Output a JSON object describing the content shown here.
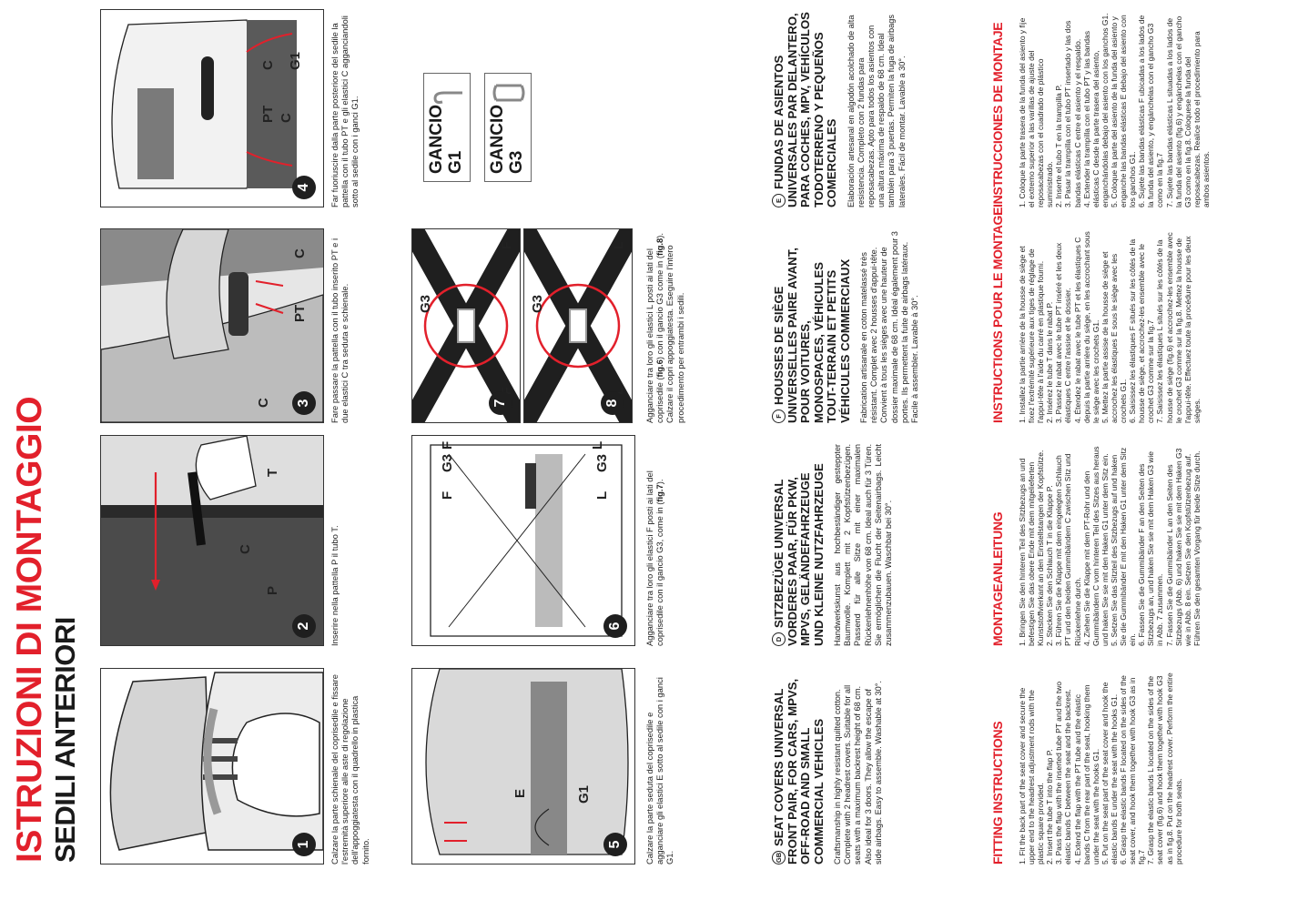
{
  "title_line1": "ISTRUZIONI DI MONTAGGIO",
  "title_line2": "SEDILI ANTERIORI",
  "steps": {
    "s1": {
      "num": "1",
      "caption": "Calzare la parte schienale del coprisedile e fissare l'estremità superiore alle aste di regolazione dell'appoggiatesta con il quadrello in plastica fornito."
    },
    "s2": {
      "num": "2",
      "caption": "Inserire nella pattella P il tubo T.",
      "labels": [
        "T",
        "C",
        "P"
      ]
    },
    "s3": {
      "num": "3",
      "caption": "Fare passare la pattella con il tubo inserito PT e i due elastici C tra seduta e schienale.",
      "labels": [
        "C",
        "PT",
        "C"
      ]
    },
    "s4": {
      "num": "4",
      "caption": "Far fuoriuscire dalla parte posteriore del sedile la pattella con il tubo PT e gli elastici C agganciandoli sotto al sedile con i ganci G1.",
      "labels": [
        "C",
        "PT",
        "C",
        "G1"
      ]
    },
    "s5": {
      "num": "5",
      "caption": "Calzare la parte seduta del coprisedile e agganciare gli elastici E sotto al sedile con i ganci G1.",
      "labels": [
        "E",
        "G1"
      ]
    },
    "s6": {
      "num": "6",
      "caption_pre": "Agganciare tra loro gli elastici F posti ai lati del coprisedile con il gancio G3, come in (",
      "caption_bold": "fig.7",
      "caption_post": ").",
      "labels": [
        "F",
        "G3",
        "F",
        "L",
        "G3",
        "L"
      ]
    },
    "s7": {
      "num": "7",
      "labels": [
        "G3",
        "F",
        "F"
      ]
    },
    "s8": {
      "num": "8",
      "labels": [
        "G3",
        "L",
        "L"
      ]
    },
    "s78_caption_parts": [
      "Agganciare tra loro gli elastici L posti ai lati del coprisedile (",
      "fig.6",
      ") con il gancio G3 come in (",
      "fig.8",
      "). Calzare il copri appoggiatesta. Eseguire l'intero procedimento per entrambi i sedili."
    ]
  },
  "hooks": [
    {
      "word": "GANCIO",
      "code": "G1"
    },
    {
      "word": "GANCIO",
      "code": "G3"
    }
  ],
  "products": {
    "gb": {
      "badge": "GB",
      "title": "SEAT COVERS UNIVERSAL FRONT PAIR, FOR CARS, MPVS, OFF-ROAD AND SMALL COMMERCIAL VEHICLES",
      "body": "Craftsmanship in highly resistant quilted cotton. Complete with 2 headrest covers. Suitable for all seats with a maximum backrest height of 68 cm. Also ideal for 3 doors. They allow the escape of side airbags. Easy to assemble. Washable at 30°."
    },
    "d": {
      "badge": "D",
      "title": "SITZBEZÜGE UNIVERSAL VORDERES PAAR, FÜR PKW, MPVS, GELÄNDEFAHRZEUGE UND KLEINE NUTZFAHRZEUGE",
      "body": "Handwerkskunst aus hochbeständiger gesteppter Baumwolle. Komplett mit 2 Kopfstützenbezügen. Passend für alle Sitze mit einer maximalen Rückenlehnenhöhe von 68 cm. Ideal auch für 3 Türen. Sie ermöglichen die Flucht der Seitenairbags. Leicht zusammenzubauen. Waschbar bei 30°."
    },
    "f": {
      "badge": "F",
      "title": "HOUSSES DE SIÈGE UNIVERSELLES PAIRE AVANT, POUR VOITURES, MONOSPACES, VÉHICULES TOUT-TERRAIN ET PETITS VÉHICULES COMMERCIAUX",
      "body": "Fabrication artisanale en coton matelassé très résistant. Complet avec 2 housses d'appui-tête. Convient à tous les sièges avec une hauteur de dossier maximale de 68 cm. Idéal également pour 3 portes. Ils permettent la fuite de airbags latéraux. Facile à assembler. Lavable à 30°."
    },
    "e": {
      "badge": "E",
      "title": "FUNDAS DE ASIENTOS UNIVERSALES PAR DELANTERO, PARA COCHES, MPV, VEHÍCULOS TODOTERRENO Y PEQUEÑOS COMERCIALES",
      "body": "Elaboración artesanal en algodón acolchado de alta resistencia. Completo con 2 fundas para reposacabezas. Apto para todos los asientos con una altura máxima de respaldo de 68 cm. Ideal también para 3 puertas. Permiten la fuga de airbags laterales. Fácil de montar. Lavable a 30°."
    }
  },
  "instructions": {
    "gb": {
      "heading": "FITTING INSTRUCTIONS",
      "steps": [
        "1. Fit the back part of the seat cover and secure the upper end to the headrest adjustment rods with the plastic square provided.",
        "2. Insert the tube T into the flap P.",
        "3. Pass the flap with the inserted tube PT and the two elastic bands C between the seat and the backrest.",
        "4. Extend the flap with the PT tube and the elastic bands C from the rear part of the seat, hooking them under the seat with the hooks G1.",
        "5. Put on the seat part of the seat cover and hook the elastic bands E under the seat with the hooks G1.",
        "6. Grasp the elastic bands F located on the sides of the seat cover, and hook them together with hook G3 as in fig.7",
        "7. Grasp the elastic bands L located on the sides of the seat cover (fig.6) and hook them together with hook G3 as in fig.8. Put on the headrest cover. Perform the entire procedure for both seats."
      ]
    },
    "d": {
      "heading": "MONTAGEANLEITUNG",
      "steps": [
        "1. Bringen Sie den hinteren Teil des Sitzbezugs an und befestigen Sie das obere Ende mit dem mitgelieferten Kunststoffvierkant an den Einstellstangen der Kopfstütze.",
        "2. Stecken Sie den Schlauch T in die Klappe P.",
        "3. Führen Sie die Klappe mit dem eingelegten Schlauch PT und den beiden Gummibändern C zwischen Sitz und Rückenlehne durch.",
        "4. Ziehen Sie die Klappe mit dem PT-Rohr und den Gummibändern C vom hinteren Teil des Sitzes aus heraus und haken Sie sie mit den Haken G1 unter dem Sitz ein.",
        "5. Setzen Sie das Sitzteil des Sitzbezugs auf und haken Sie die Gummibänder E mit den Haken G1 unter dem Sitz ein.",
        "6. Fassen Sie die Gummibänder F an den Seiten des Sitzbezugs an, und haken Sie sie mit dem Haken G3 wie in Abb. 7 zusammen.",
        "7. Fassen Sie die Gummibänder L an den Seiten des Sitzbezugs (Abb. 6) und haken Sie sie mit dem Haken G3 wie in Abb. 8 ein. Setzen Sie den Kopfstützenbezug auf. Führen Sie den gesamten Vorgang für beide Sitze durch."
      ]
    },
    "f": {
      "heading": "INSTRUCTIONS POUR LE MONTAGE",
      "steps": [
        "1. Installez la partie arrière de la housse de siège et fixez l'extrémité supérieure aux tiges de réglage de l'appui-tête à l'aide du carré en plastique fourni.",
        "2. Insérez le tube T dans le rabat P.",
        "3. Passez le rabat avec le tube PT inséré et les deux élastiques C entre l'assise et le dossier.",
        "4. Étendez le rabat avec le tube PT et les élastiques C depuis la partie arrière du siège, en les accrochant sous le siège avec les crochets G1.",
        "5. Mettez la partie assise de la housse de siège et accrochez les élastiques E sous le siège avec les crochets G1.",
        "6. Saisissez les élastiques F situés sur les côtés de la housse de siège, et accrochez-les ensemble avec le crochet G3 comme sur la fig.7",
        "7. Saisissez les élastiques L situés sur les côtés de la housse de siège (fig.6) et accrochez-les ensemble avec le crochet G3 comme sur la fig.8. Mettez la housse de l'appui-tête. Effectuez toute la procédure pour les deux sièges."
      ]
    },
    "e": {
      "heading": "INSTRUCCIONES DE MONTAJE",
      "steps": [
        "1. Coloque la parte trasera de la funda del asiento y fije el extremo superior a las varillas de ajuste del reposacabezas con el cuadrado de plástico suministrado.",
        "2. Inserte el tubo T en la trampilla P.",
        "3. Pasar la trampilla con el tubo PT insertado y las dos bandas elásticas C entre el asiento y el respaldo.",
        "4. Extender la trampilla con el tubo PT y las bandas elásticas C desde la parte trasera del asiento, enganchándolas debajo del asiento con los ganchos G1.",
        "5. Coloque la parte del asiento de la funda del asiento y enganche las bandas elásticas E debajo del asiento con los ganchos G1.",
        "6. Sujete las bandas elásticas F ubicadas a los lados de la funda del asiento, y engánchelas con el gancho G3 como en la fig.7",
        "7. Sujete las bandas elásticas L situadas a los lados de la funda del asiento (fig.6) y engánchelas con el gancho G3 como en la fig.8. Coloquese la funda del reposacabezas. Realice todo el procedimiento para ambos asientos."
      ]
    }
  },
  "colors": {
    "accent_red": "#e2202b",
    "dark": "#1f1f1f",
    "gray": "#8a8a8a"
  }
}
